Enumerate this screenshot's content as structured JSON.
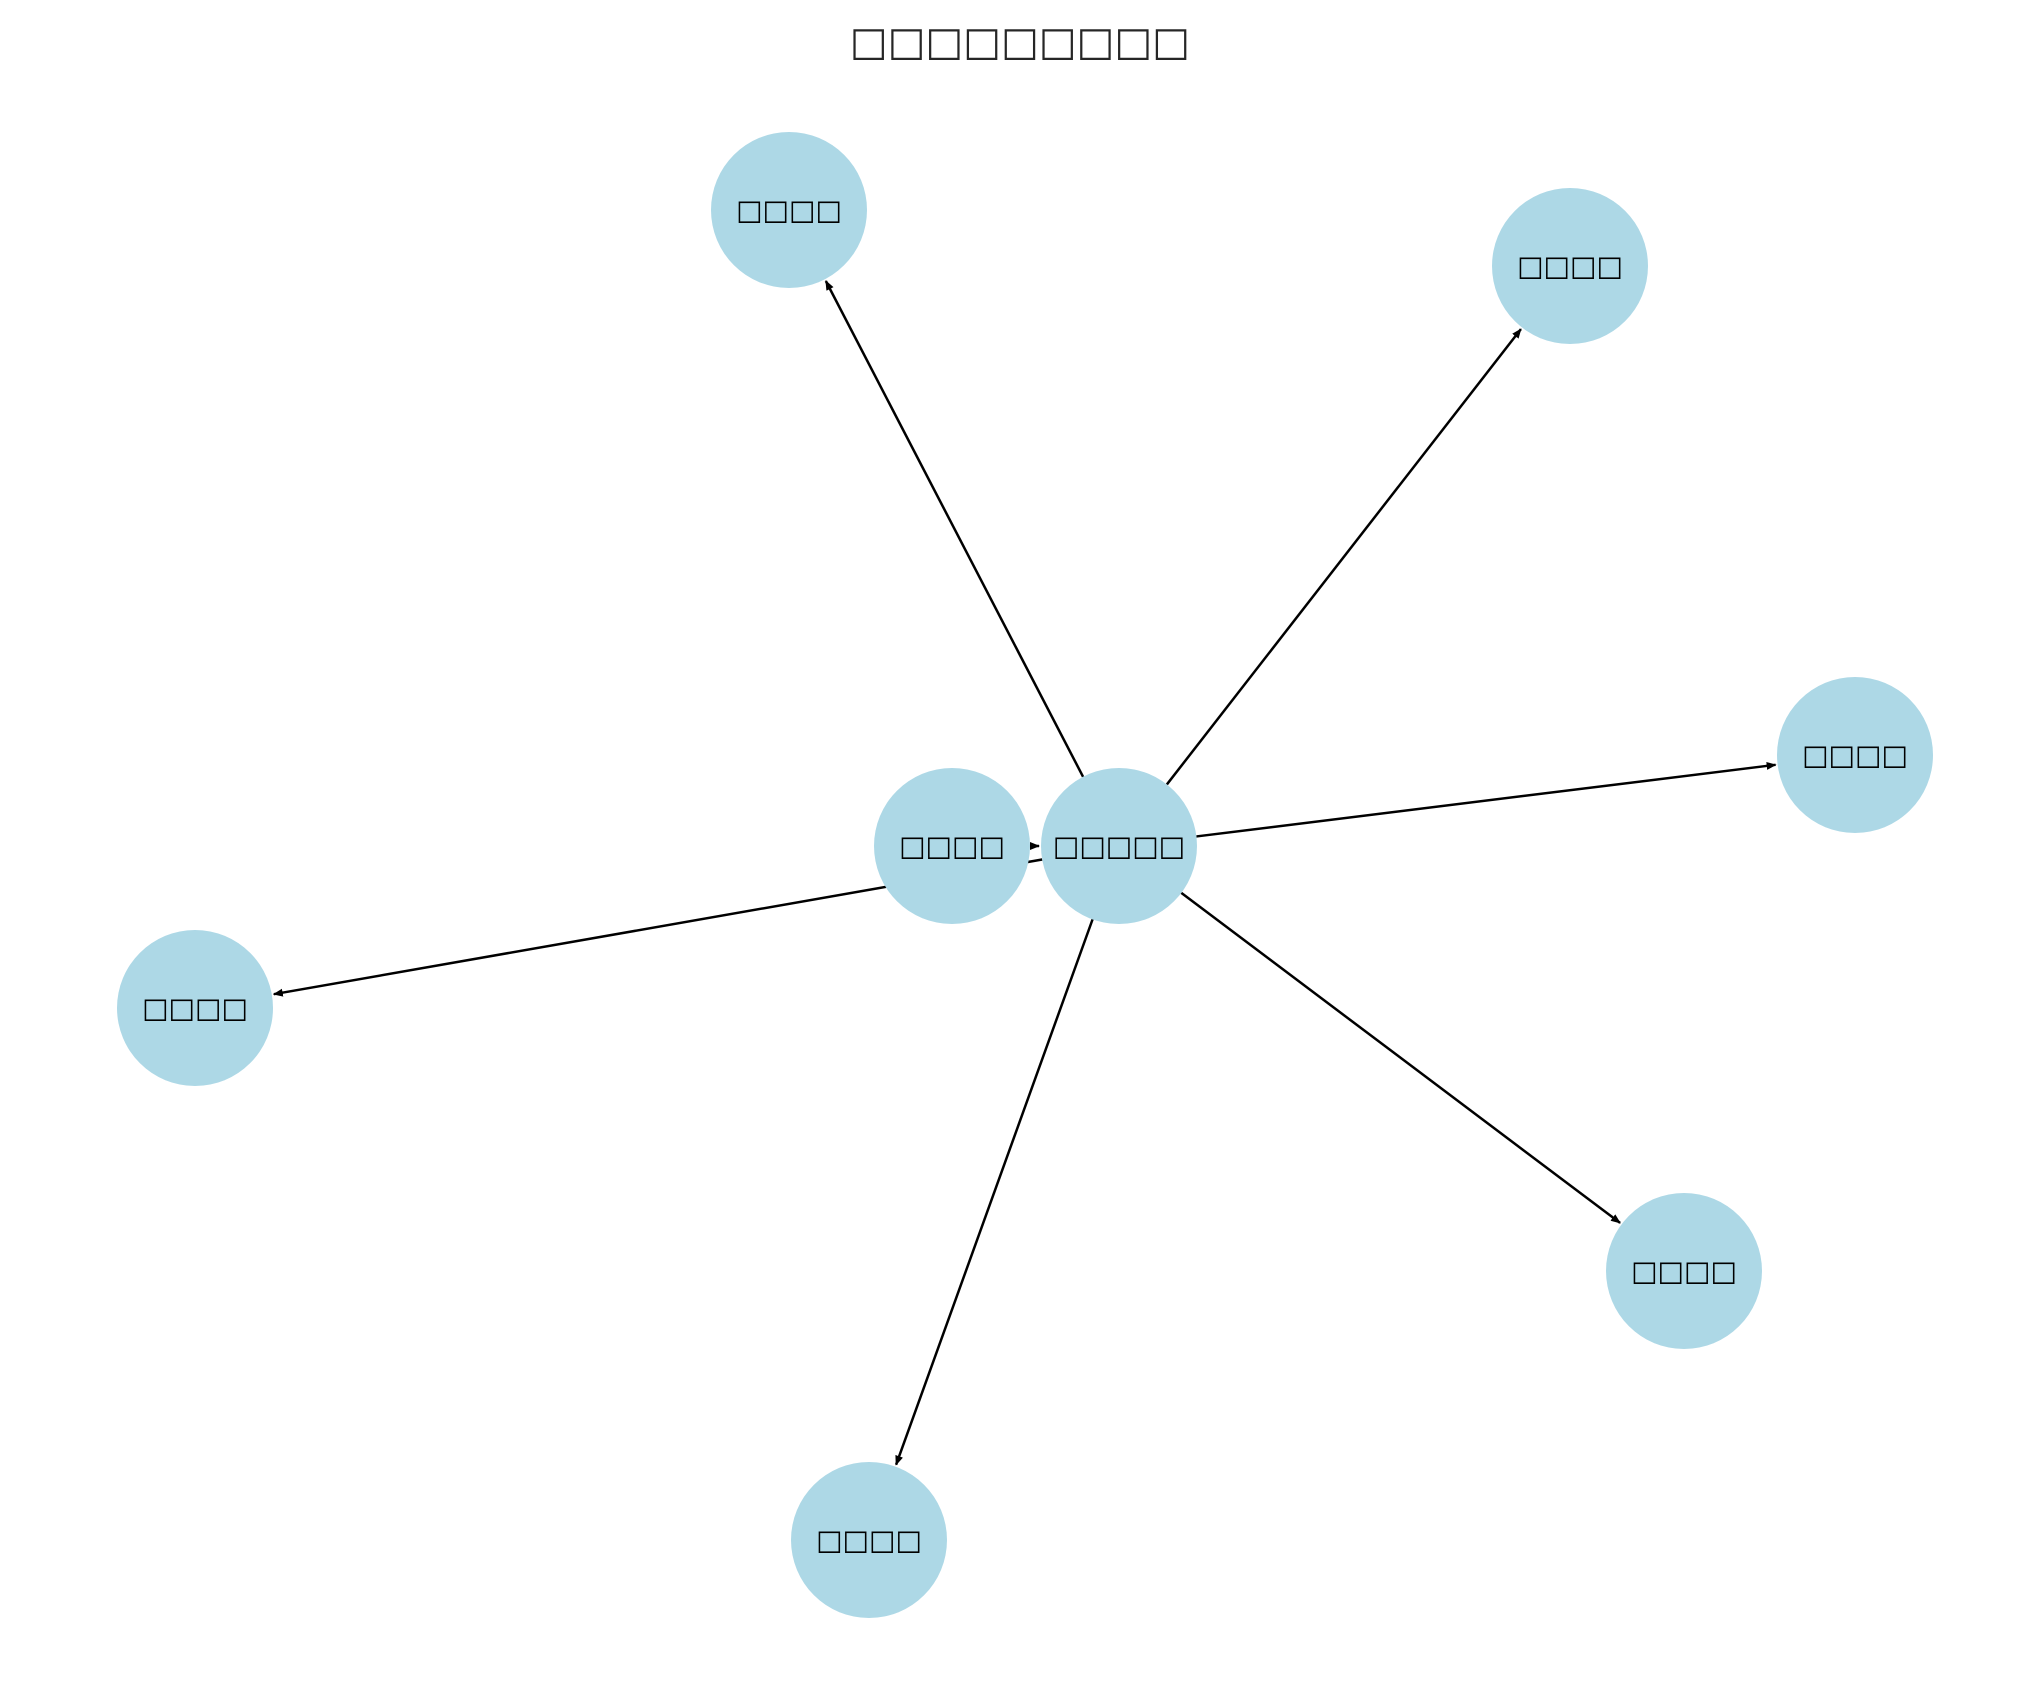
{
  "title": "□□□□□□□□□",
  "colors": {
    "node_fill": "#add8e6",
    "edge": "#000000",
    "label": "#000000",
    "title": "#262626"
  },
  "nodes": [
    {
      "id": "center",
      "label": "□□□□□"
    },
    {
      "id": "inner",
      "label": "□□□□"
    },
    {
      "id": "top",
      "label": "□□□□"
    },
    {
      "id": "upper-right",
      "label": "□□□□"
    },
    {
      "id": "right",
      "label": "□□□□"
    },
    {
      "id": "lower-right",
      "label": "□□□□"
    },
    {
      "id": "bottom",
      "label": "□□□□"
    },
    {
      "id": "left",
      "label": "□□□□"
    }
  ],
  "edges": [
    {
      "from": "center",
      "to": "top"
    },
    {
      "from": "center",
      "to": "upper-right"
    },
    {
      "from": "center",
      "to": "right"
    },
    {
      "from": "center",
      "to": "lower-right"
    },
    {
      "from": "center",
      "to": "bottom"
    },
    {
      "from": "center",
      "to": "left"
    },
    {
      "from": "inner",
      "to": "center"
    }
  ]
}
